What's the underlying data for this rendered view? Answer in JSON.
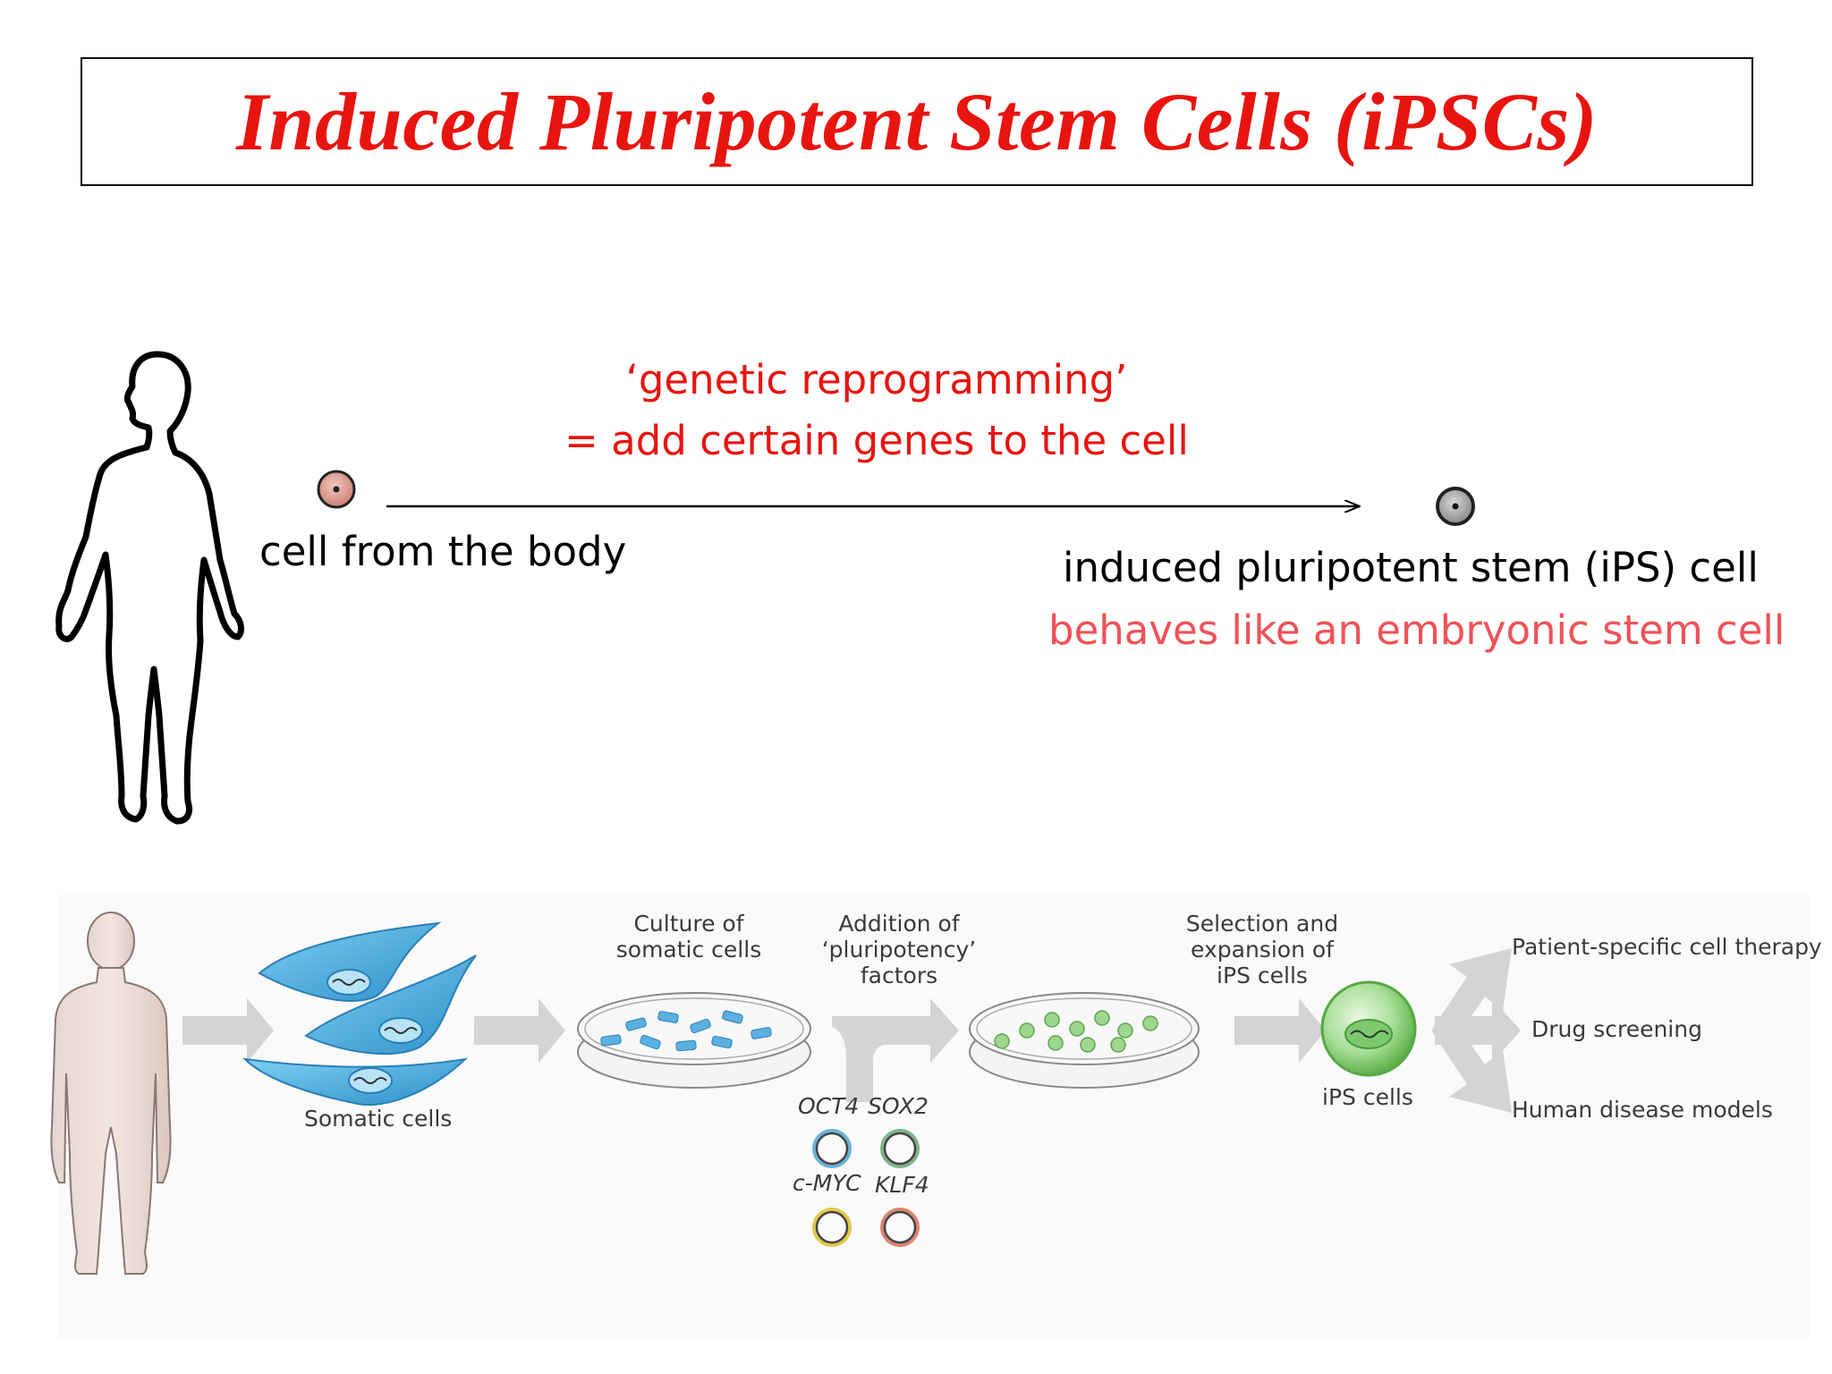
{
  "title": "Induced Pluripotent Stem Cells (iPSCs)",
  "top": {
    "process_line1": "‘genetic reprogramming’",
    "process_line2": "= add certain genes to the cell",
    "source_label": "cell from the body",
    "result_label": "induced pluripotent stem (iPS) cell",
    "result_note": "behaves like an embryonic stem cell"
  },
  "bottom": {
    "somatic": "Somatic cells",
    "culture_line1": "Culture of",
    "culture_line2": "somatic cells",
    "addition_line1": "Addition of",
    "addition_line2": "‘pluripotency’",
    "addition_line3": "factors",
    "factors": [
      "OCT4",
      "SOX2",
      "c-MYC",
      "KLF4"
    ],
    "selection_line1": "Selection and",
    "selection_line2": "expansion of",
    "selection_line3": "iPS cells",
    "ips": "iPS cells",
    "outputs": [
      "Patient-specific cell therapy",
      "Drug screening",
      "Human disease models"
    ]
  },
  "colors": {
    "title": "#e8140f",
    "accent_red": "#e8140f",
    "accent_pink": "#ee5257",
    "somatic_blue": "#4aa8dc",
    "ips_green": "#7cc96e",
    "arrow_gray": "#cfcfcf"
  }
}
